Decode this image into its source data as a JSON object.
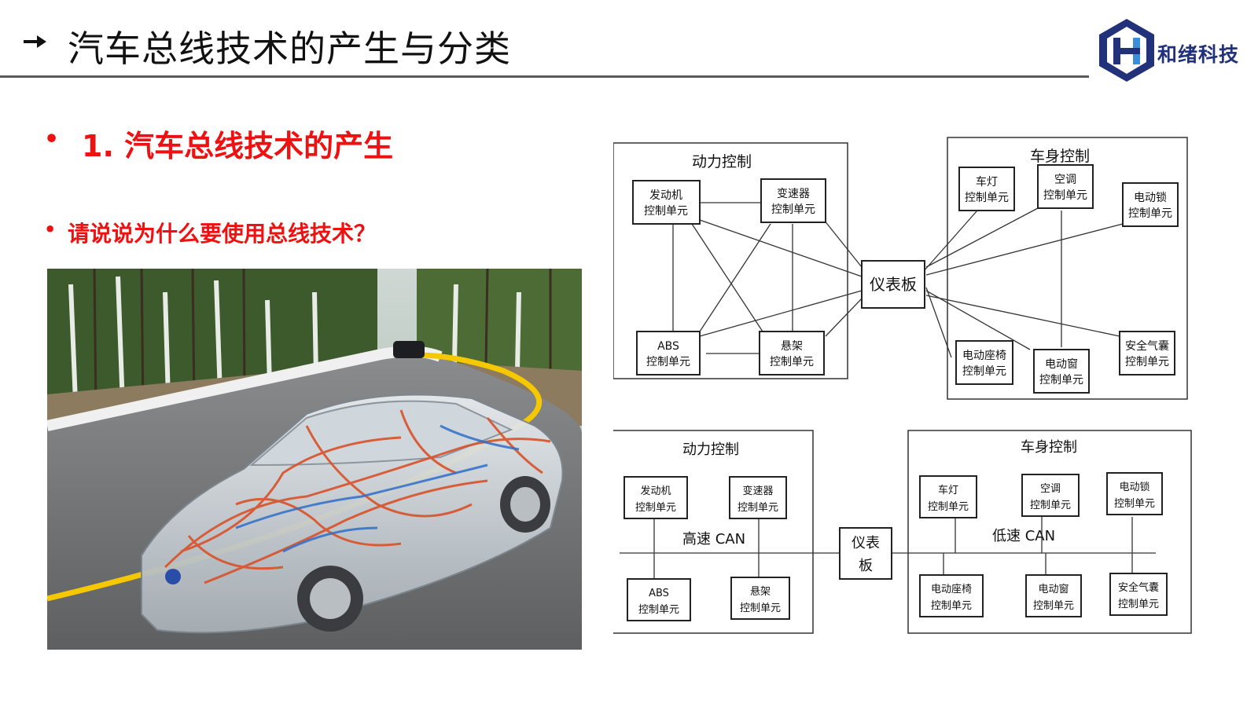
{
  "header": {
    "title": "汽车总线技术的产生与分类",
    "logo_text": "和绪科技"
  },
  "bullets": [
    {
      "dot": "•",
      "text": "1. 汽车总线技术的产生"
    },
    {
      "dot": "•",
      "text": "请说说为什么要使用总线技术？"
    }
  ],
  "top_diagram": {
    "power_group": "动力控制",
    "body_group": "车身控制",
    "dashboard": "仪表板",
    "power_units": [
      {
        "l1": "发动机",
        "l2": "控制单元"
      },
      {
        "l1": "变速器",
        "l2": "控制单元"
      },
      {
        "l1": "ABS",
        "l2": "控制单元"
      },
      {
        "l1": "悬架",
        "l2": "控制单元"
      }
    ],
    "body_units": [
      {
        "l1": "车灯",
        "l2": "控制单元"
      },
      {
        "l1": "空调",
        "l2": "控制单元"
      },
      {
        "l1": "电动锁",
        "l2": "控制单元"
      },
      {
        "l1": "电动座椅",
        "l2": "控制单元"
      },
      {
        "l1": "电动窗",
        "l2": "控制单元"
      },
      {
        "l1": "安全气囊",
        "l2": "控制单元"
      }
    ]
  },
  "bottom_diagram": {
    "power_group": "动力控制",
    "body_group": "车身控制",
    "dashboard_l1": "仪表",
    "dashboard_l2": "板",
    "high_bus": "高速 CAN",
    "low_bus": "低速 CAN",
    "power_units": [
      {
        "l1": "发动机",
        "l2": "控制单元"
      },
      {
        "l1": "变速器",
        "l2": "控制单元"
      },
      {
        "l1": "ABS",
        "l2": "控制单元"
      },
      {
        "l1": "悬架",
        "l2": "控制单元"
      }
    ],
    "body_units": [
      {
        "l1": "车灯",
        "l2": "控制单元"
      },
      {
        "l1": "空调",
        "l2": "控制单元"
      },
      {
        "l1": "电动锁",
        "l2": "控制单元"
      },
      {
        "l1": "电动座椅",
        "l2": "控制单元"
      },
      {
        "l1": "电动窗",
        "l2": "控制单元"
      },
      {
        "l1": "安全气囊",
        "l2": "控制单元"
      }
    ]
  },
  "colors": {
    "accent_red": "#ee1111",
    "logo_blue": "#22327a"
  }
}
